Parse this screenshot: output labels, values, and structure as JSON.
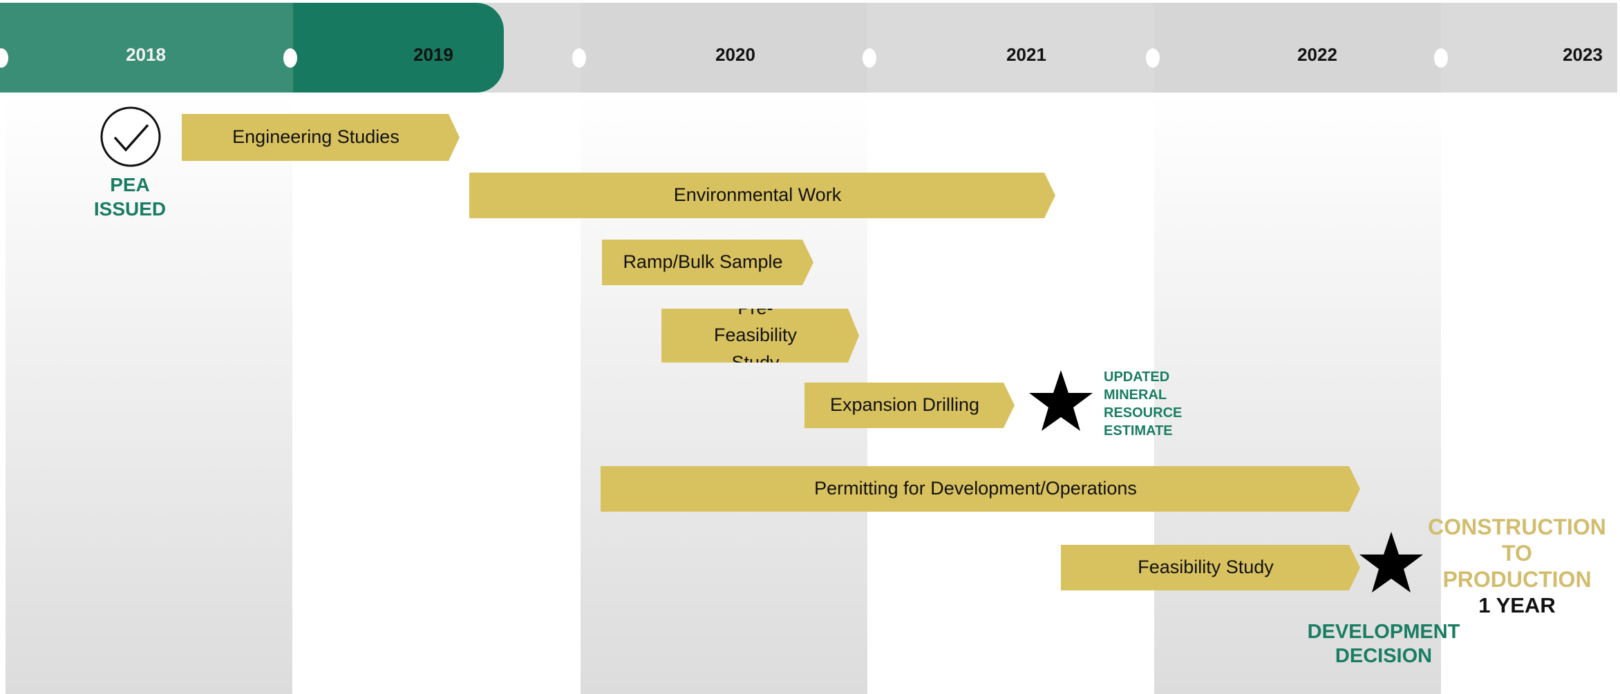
{
  "timeline": {
    "years": [
      "2018",
      "2019",
      "2020",
      "2021",
      "2022",
      "2023"
    ]
  },
  "tasks": [
    {
      "label": "Engineering Studies"
    },
    {
      "label": "Environmental Work"
    },
    {
      "label": "Ramp/Bulk Sample"
    },
    {
      "label": "Pre-Feasibility Study"
    },
    {
      "label": "Expansion Drilling"
    },
    {
      "label": "Permitting for Development/Operations"
    },
    {
      "label": "Feasibility Study"
    }
  ],
  "milestones": {
    "pea": {
      "line1": "PEA",
      "line2": "ISSUED",
      "icon": "check-circle-icon"
    },
    "resource": {
      "line1": "UPDATED",
      "line2": "MINERAL",
      "line3": "RESOURCE",
      "line4": "ESTIMATE",
      "icon": "star-icon"
    },
    "decision": {
      "line1": "DEVELOPMENT",
      "line2": "DECISION",
      "icon": "star-icon"
    },
    "construction": {
      "line1": "CONSTRUCTION",
      "line2": "TO",
      "line3": "PRODUCTION",
      "duration": "1 YEAR"
    }
  },
  "colors": {
    "progress_light": "#3a8e75",
    "progress_dark": "#177a60",
    "bar": "#d8c15f",
    "green_text": "#197d62",
    "gold_text": "#d1bd6d"
  }
}
